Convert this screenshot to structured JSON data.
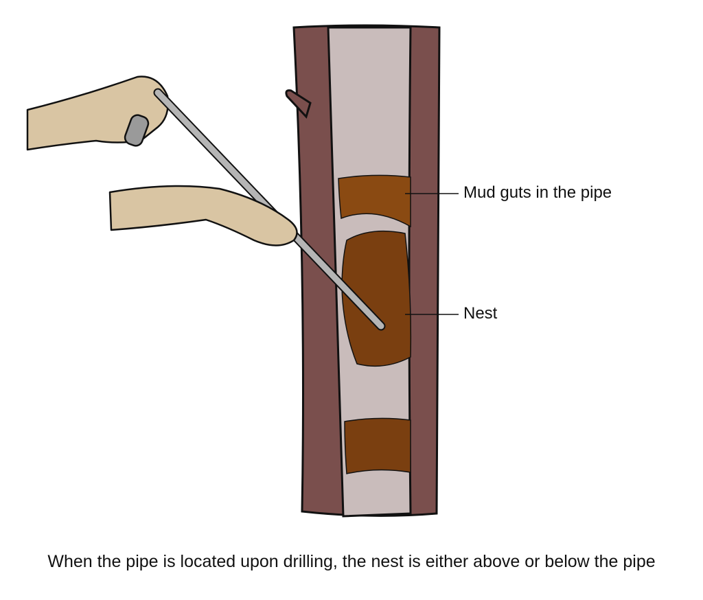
{
  "labels": {
    "mud_guts": "Mud guts in the pipe",
    "nest": "Nest"
  },
  "caption": "When the pipe is located upon drilling, the nest is either above or below the pipe",
  "colors": {
    "bark": "#7a4f4d",
    "pipe": "#c9bcbb",
    "mud": "#8a4a12",
    "skin": "#d9c5a3",
    "drill": "#a9a9a9"
  }
}
